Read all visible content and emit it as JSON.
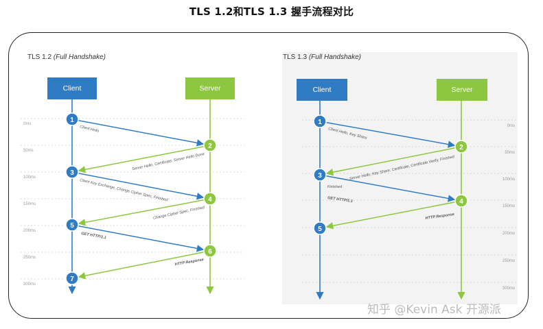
{
  "page_title": "TLS 1.2和TLS 1.3 握手流程对比",
  "colors": {
    "client": "#2f7bc4",
    "server": "#8dc63f",
    "grid": "#cccccc",
    "tick_text": "#999999",
    "message_text": "#555555",
    "panel_bg": "#f3f3f3"
  },
  "tls12": {
    "version": "TLS 1.2",
    "mode": "(Full Handshake)",
    "client_label": "Client",
    "server_label": "Server",
    "ticks": [
      "0ms",
      "50ms",
      "100ms",
      "150ms",
      "200ms",
      "250ms",
      "300ms"
    ],
    "messages": [
      {
        "from": "client",
        "step": "1",
        "to_step": "2",
        "label": "Client Hello",
        "bold": false
      },
      {
        "from": "server",
        "step": "2",
        "to_step": "3",
        "label": "Server Hello, Certificate, Server Hello Done",
        "bold": false
      },
      {
        "from": "client",
        "step": "3",
        "to_step": "4",
        "label": "Client Key Exchange, Change Cipher Spec, Finished",
        "bold": false
      },
      {
        "from": "server",
        "step": "4",
        "to_step": "5",
        "label": "Change Cipher Spec, Finished",
        "bold": false
      },
      {
        "from": "client",
        "step": "5",
        "to_step": "6",
        "label": "GET HTTP/1.1",
        "bold": true
      },
      {
        "from": "server",
        "step": "6",
        "to_step": "7",
        "label": "HTTP Response",
        "bold": true
      }
    ]
  },
  "tls13": {
    "version": "TLS 1.3",
    "mode": "(Full Handshake)",
    "client_label": "Client",
    "server_label": "Server",
    "ticks": [
      "0ms",
      "50ms",
      "100ms",
      "150ms",
      "200ms",
      "250ms",
      "300ms"
    ],
    "messages": [
      {
        "from": "client",
        "step": "1",
        "to_step": "2",
        "label": "Client Hello, Key Share",
        "bold": false
      },
      {
        "from": "server",
        "step": "2",
        "to_step": "3",
        "label": "Server Hello, Key Share, Certificate, Certificate Verify, Finished",
        "bold": false
      },
      {
        "from": "client",
        "step": "3",
        "to_step": "4",
        "label": "Finished",
        "bold": false
      },
      {
        "from": "client",
        "step": "3",
        "to_step": "4",
        "label": "GET HTTP/1.1",
        "bold": true
      },
      {
        "from": "server",
        "step": "4",
        "to_step": "5",
        "label": "HTTP Response",
        "bold": true
      }
    ]
  },
  "watermark": "知乎 @Kevin Ask 开源派"
}
